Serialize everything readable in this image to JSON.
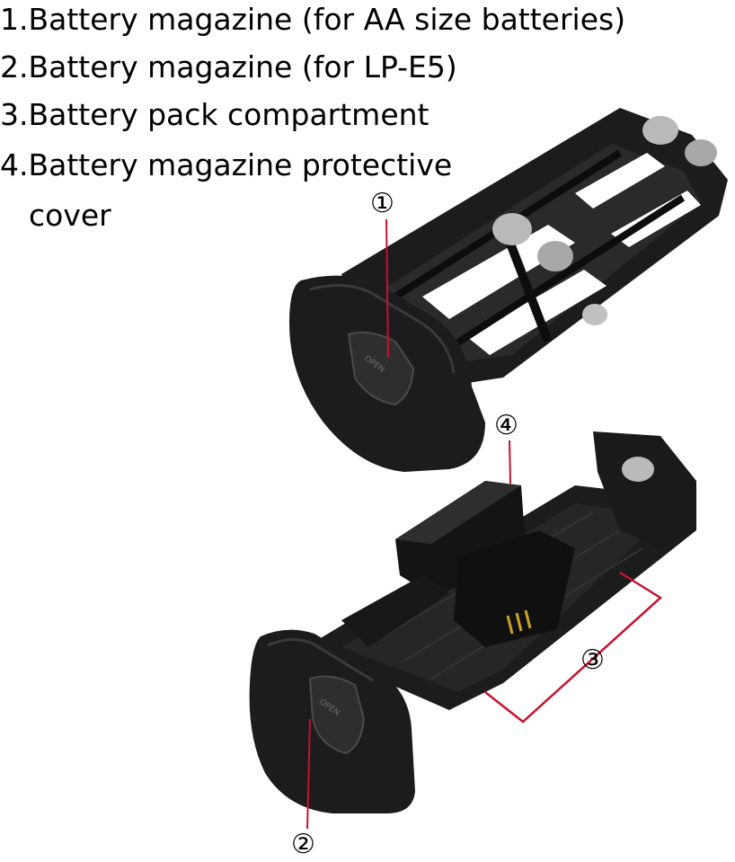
{
  "legend": {
    "items": [
      {
        "text": "1.Battery magazine (for AA size batteries)"
      },
      {
        "text": "2.Battery magazine (for LP-E5)"
      },
      {
        "text": "3.Battery pack compartment"
      },
      {
        "text": "4.Battery magazine protective"
      },
      {
        "text": "cover"
      }
    ]
  },
  "callouts": {
    "one": "①",
    "two": "②",
    "three": "③",
    "four": "④"
  },
  "products": {
    "aa_magazine": {
      "embossed": "OPEN"
    },
    "lpe5_magazine": {
      "embossed": "OPEN"
    }
  },
  "colors": {
    "callout_line": "#c8102e",
    "plastic": "#1c1c1c",
    "plastic_highlight": "#3a3a3a",
    "metal": "#b9b9b9"
  }
}
